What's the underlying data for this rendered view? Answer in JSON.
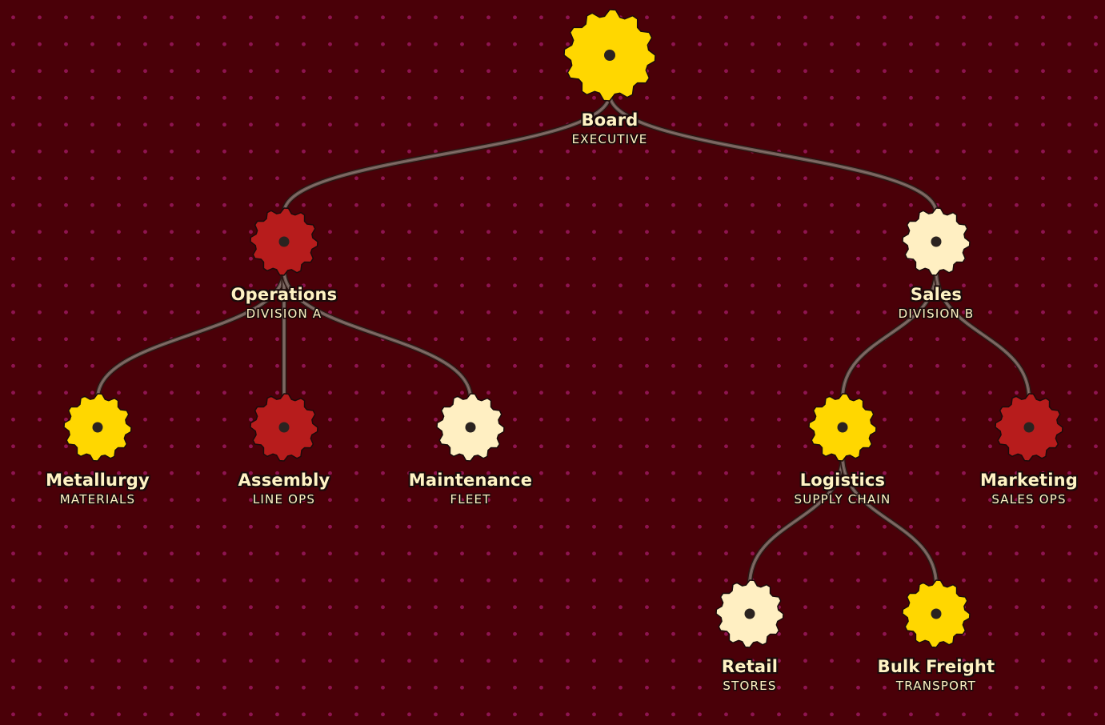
{
  "palette": {
    "gold": "#ffd700",
    "red": "#b71c1c",
    "cream": "#ffefc2",
    "connector": "#6e5a55",
    "outline": "#1a0b0b",
    "background": "#4a0008",
    "dots": "#8e1450"
  },
  "org": {
    "id": "board",
    "title": "Board",
    "subtitle": "EXECUTIVE",
    "color": "gold",
    "icon": "gear-icon",
    "children": [
      {
        "id": "operations",
        "title": "Operations",
        "subtitle": "DIVISION A",
        "color": "red",
        "icon": "gear-icon",
        "children": [
          {
            "id": "metallurgy",
            "title": "Metallurgy",
            "subtitle": "MATERIALS",
            "color": "gold",
            "icon": "gear-icon"
          },
          {
            "id": "assembly",
            "title": "Assembly",
            "subtitle": "LINE OPS",
            "color": "red",
            "icon": "gear-icon"
          },
          {
            "id": "maintenance",
            "title": "Maintenance",
            "subtitle": "FLEET",
            "color": "cream",
            "icon": "gear-icon"
          }
        ]
      },
      {
        "id": "sales",
        "title": "Sales",
        "subtitle": "DIVISION B",
        "color": "cream",
        "icon": "gear-icon",
        "children": [
          {
            "id": "logistics",
            "title": "Logistics",
            "subtitle": "SUPPLY CHAIN",
            "color": "gold",
            "icon": "gear-icon",
            "children": [
              {
                "id": "retail",
                "title": "Retail",
                "subtitle": "STORES",
                "color": "cream",
                "icon": "gear-icon"
              },
              {
                "id": "bulk-freight",
                "title": "Bulk Freight",
                "subtitle": "TRANSPORT",
                "color": "gold",
                "icon": "gear-icon"
              }
            ]
          },
          {
            "id": "marketing",
            "title": "Marketing",
            "subtitle": "SALES OPS",
            "color": "red",
            "icon": "gear-icon"
          }
        ]
      }
    ]
  }
}
